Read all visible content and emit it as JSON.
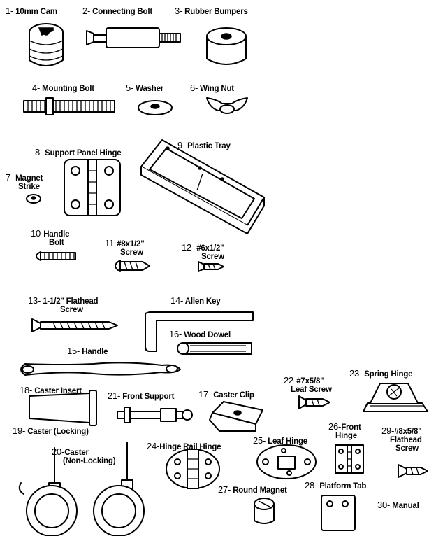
{
  "parts": [
    {
      "num": "1-",
      "name": "10mm Cam"
    },
    {
      "num": "2-",
      "name": "Connecting Bolt"
    },
    {
      "num": "3-",
      "name": "Rubber Bumpers"
    },
    {
      "num": "4-",
      "name": "Mounting Bolt"
    },
    {
      "num": "5-",
      "name": "Washer"
    },
    {
      "num": "6-",
      "name": "Wing Nut"
    },
    {
      "num": "7-",
      "name": "Magnet",
      "name2": "Strike"
    },
    {
      "num": "8-",
      "name": "Support Panel Hinge"
    },
    {
      "num": "9-",
      "name": "Plastic Tray"
    },
    {
      "num": "10-",
      "name": "Handle",
      "name2": "Bolt"
    },
    {
      "num": "11-",
      "name": "#8x1/2\"",
      "name2": "Screw"
    },
    {
      "num": "12-",
      "name": "#6x1/2\"",
      "name2": "Screw"
    },
    {
      "num": "13-",
      "name": "1-1/2\" Flathead",
      "name2": "Screw"
    },
    {
      "num": "14-",
      "name": "Allen Key"
    },
    {
      "num": "15-",
      "name": "Handle"
    },
    {
      "num": "16-",
      "name": "Wood Dowel"
    },
    {
      "num": "18-",
      "name": "Caster Insert"
    },
    {
      "num": "19-",
      "name": "Caster (Locking)"
    },
    {
      "num": "20-",
      "name": "Caster",
      "name2": "(Non-Locking)"
    },
    {
      "num": "21-",
      "name": "Front Support"
    },
    {
      "num": "17-",
      "name": "Caster Clip"
    },
    {
      "num": "22-",
      "name": "#7x5/8\"",
      "name2": "Leaf Screw"
    },
    {
      "num": "23-",
      "name": "Spring Hinge"
    },
    {
      "num": "24-",
      "name": "Hinge Rail Hinge"
    },
    {
      "num": "25-",
      "name": "Leaf Hinge"
    },
    {
      "num": "26-",
      "name": "Front",
      "name2": "Hinge"
    },
    {
      "num": "29-",
      "name": "#8x5/8\"",
      "name2": "Flathead",
      "name3": "Screw"
    },
    {
      "num": "27-",
      "name": "Round Magnet"
    },
    {
      "num": "28-",
      "name": "Platform Tab"
    },
    {
      "num": "30-",
      "name": "Manual"
    }
  ]
}
